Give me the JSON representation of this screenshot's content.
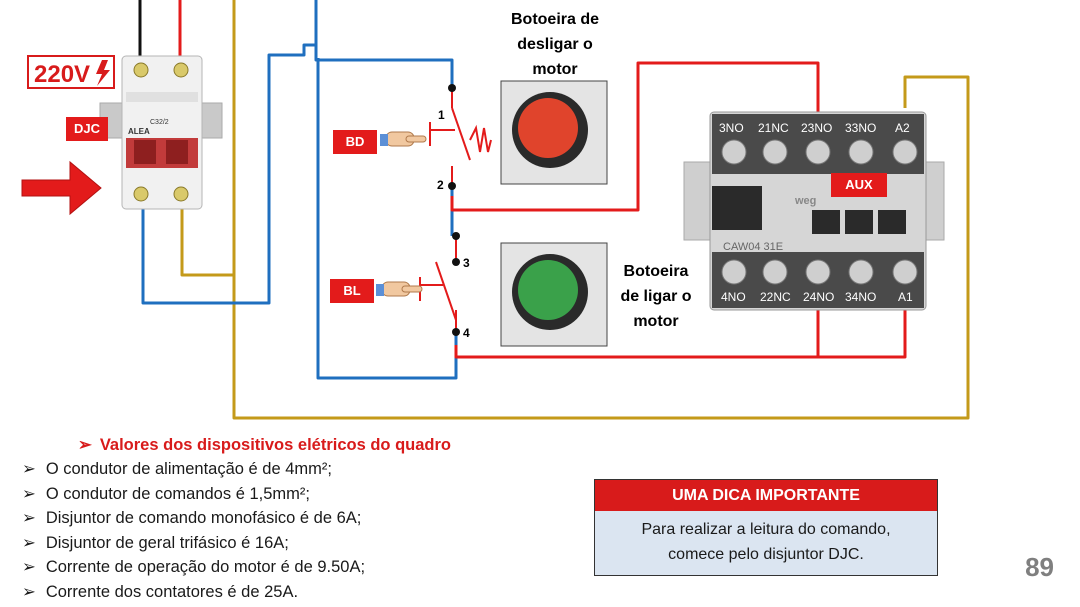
{
  "labels": {
    "voltage": "220V",
    "djc": "DJC",
    "bd": "BD",
    "bl": "BL",
    "aux": "AUX",
    "terminal_1": "1",
    "terminal_2": "2",
    "terminal_3": "3",
    "terminal_4": "4"
  },
  "buttons": {
    "off_title": [
      "Botoeira de",
      "desligar o",
      "motor"
    ],
    "on_title": [
      "Botoeira",
      "de ligar o",
      "motor"
    ]
  },
  "contactor": {
    "top_terminals": [
      "3NO",
      "21NC",
      "23NO",
      "33NO",
      "A2"
    ],
    "bottom_terminals": [
      "4NO",
      "22NC",
      "24NO",
      "34NO",
      "A1"
    ],
    "model": "CAW04 31E",
    "brand": "weg"
  },
  "breaker": {
    "model": "C32/2",
    "brand": "ALEA"
  },
  "values_section": {
    "heading": "Valores dos dispositivos elétricos do quadro",
    "items": [
      "O condutor de alimentação é de 4mm²;",
      "O condutor de comandos é 1,5mm²;",
      "Disjuntor de comando monofásico é de 6A;",
      "Disjuntor de geral trifásico é 16A;",
      "Corrente de operação do motor é de 9.50A;",
      "Corrente dos contatores é de 25A."
    ]
  },
  "tip": {
    "title": "UMA DICA IMPORTANTE",
    "lines": [
      "Para realizar a leitura do comando,",
      "comece pelo disjuntor DJC."
    ]
  },
  "page_number": "89",
  "colors": {
    "wire_blue": "#1f6fbf",
    "wire_red": "#e31b1b",
    "wire_gold": "#c49a1a",
    "wire_black": "#111111",
    "tag_red": "#e31b1b",
    "button_off": "#e0442c",
    "button_on": "#3aa14a",
    "tip_body": "#dbe5f1"
  }
}
